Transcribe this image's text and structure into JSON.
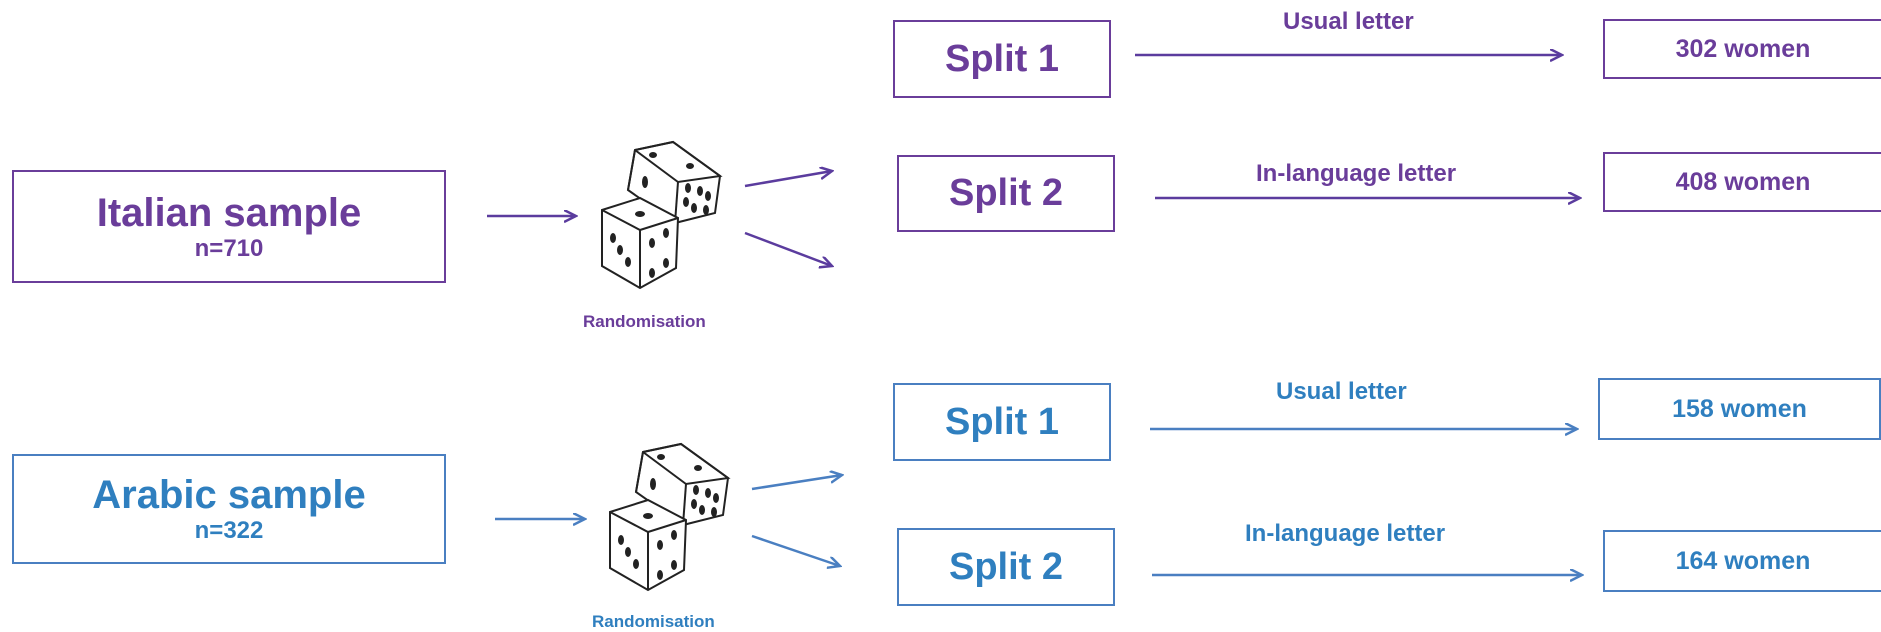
{
  "colors": {
    "purple": "#6a3d9a",
    "blue": "#2f7fbf",
    "blue_line": "#4a7fc1",
    "purple_line": "#5b3c9e"
  },
  "italian": {
    "sample_title": "Italian sample",
    "sample_n": "n=710",
    "randomisation_label": "Randomisation",
    "split1_label": "Split 1",
    "split2_label": "Split 2",
    "letter1_label": "Usual letter",
    "letter2_label": "In-language letter",
    "result1": "302 women",
    "result2": "408 women"
  },
  "arabic": {
    "sample_title": "Arabic sample",
    "sample_n": "n=322",
    "randomisation_label": "Randomisation",
    "split1_label": "Split 1",
    "split2_label": "Split 2",
    "letter1_label": "Usual letter",
    "letter2_label": "In-language letter",
    "result1": "158 women",
    "result2": "164 women"
  }
}
